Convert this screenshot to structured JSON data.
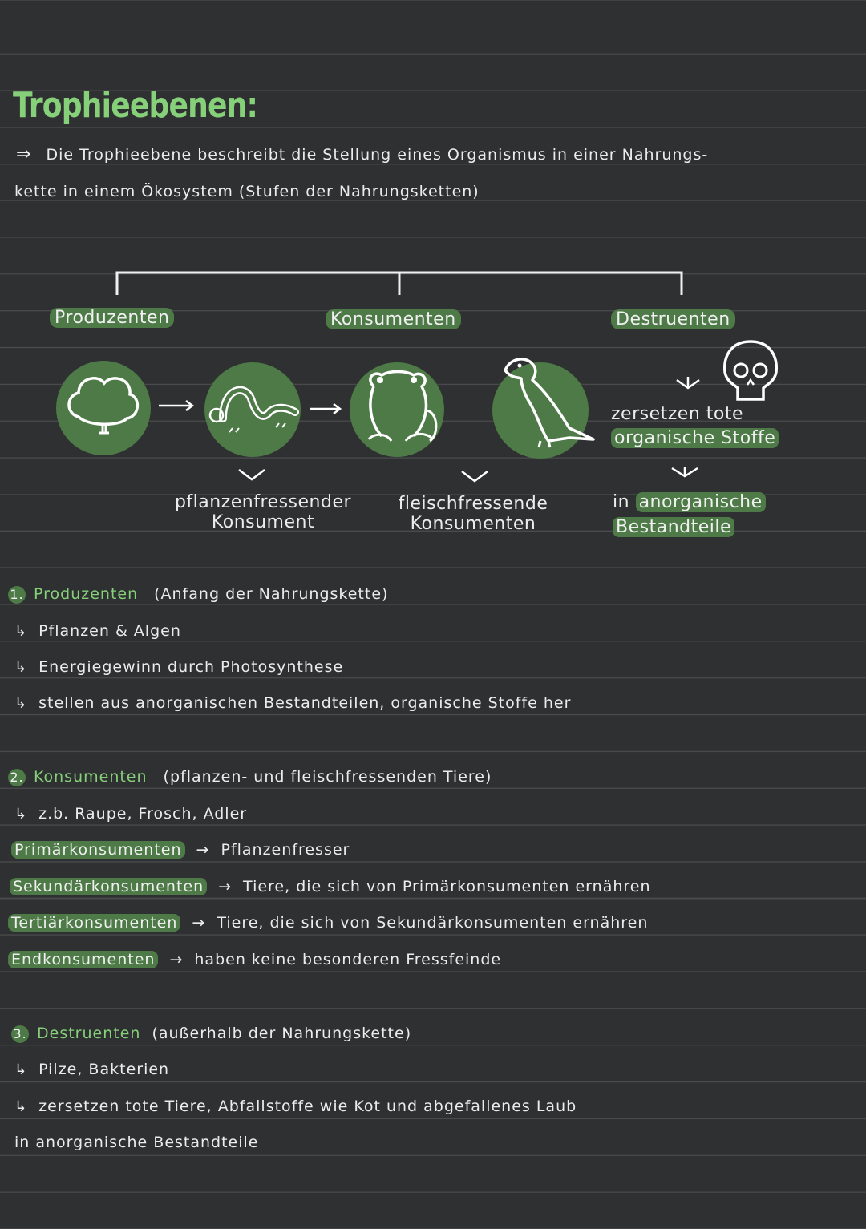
{
  "title": "Trophieebenen:",
  "intro": {
    "arrow": "⇒",
    "line1": "Die Trophieebene beschreibt die Stellung eines Organismus in einer Nahrungs-",
    "line2": "kette in einem Ökosystem (Stufen der Nahrungsketten)"
  },
  "diagram": {
    "groups": {
      "produzenten": "Produzenten",
      "konsumenten": "Konsumenten",
      "destruenten": "Destruenten"
    },
    "herbivore": {
      "line1": "pflanzenfressender",
      "line2": "Konsument"
    },
    "carnivore": {
      "line1": "fleischfressende",
      "line2": "Konsumenten"
    },
    "decomposer_text": {
      "line1": "zersetzen tote",
      "line2": "organische Stoffe"
    },
    "decomposer_result": {
      "prefix": "in",
      "line1": "anorganische",
      "line2": "Bestandteile"
    },
    "icons": [
      "tree-icon",
      "caterpillar-icon",
      "frog-icon",
      "eagle-icon",
      "skull-icon"
    ]
  },
  "section1": {
    "num": "1.",
    "heading": "Produzenten",
    "paren": "(Anfang der Nahrungskette)",
    "items": [
      "Pflanzen & Algen",
      "Energiegewinn durch Photosynthese",
      "stellen aus anorganischen Bestandteilen, organische Stoffe her"
    ]
  },
  "section2": {
    "num": "2.",
    "heading": "Konsumenten",
    "paren": "(pflanzen- und fleischfressenden Tiere)",
    "example": "z.b. Raupe, Frosch, Adler",
    "rows": [
      {
        "term": "Primärkonsumenten",
        "desc": "Pflanzenfresser"
      },
      {
        "term": "Sekundärkonsumenten",
        "desc": "Tiere, die sich von Primärkonsumenten ernähren"
      },
      {
        "term": "Tertiärkonsumenten",
        "desc": "Tiere, die sich von Sekundärkonsumenten ernähren"
      },
      {
        "term": "Endkonsumenten",
        "desc": "haben keine besonderen Fressfeinde"
      }
    ]
  },
  "section3": {
    "num": "3.",
    "heading": "Destruenten",
    "paren": "(außerhalb der Nahrungskette)",
    "items": [
      "Pilze, Bakterien",
      "zersetzen tote Tiere, Abfallstoffe wie Kot und abgefallenes Laub"
    ],
    "last": "in anorganische Bestandteile"
  },
  "colors": {
    "background": "#2f3031",
    "accent": "#86d07a",
    "highlight": "#4d7a47"
  }
}
